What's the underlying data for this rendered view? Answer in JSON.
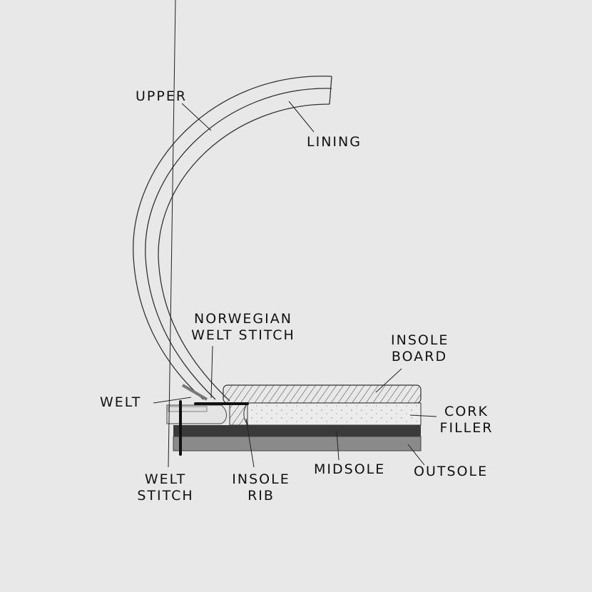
{
  "labels": {
    "upper": "UPPER",
    "lining": "LINING",
    "norwegian_1": "NORWEGIAN",
    "norwegian_2": "WELT STITCH",
    "insole_board_1": "INSOLE",
    "insole_board_2": "BOARD",
    "welt": "WELT",
    "cork_1": "CORK",
    "cork_2": "FILLER",
    "welt_stitch_1": "WELT",
    "welt_stitch_2": "STITCH",
    "insole_rib_1": "INSOLE",
    "insole_rib_2": "RIB",
    "midsole": "MIDSOLE",
    "outsole": "OUTSOLE"
  },
  "colors": {
    "background": "#e8e8e8",
    "midsole": "#3a3a3a",
    "outsole": "#8a8a8a",
    "stitch": "#111111"
  }
}
